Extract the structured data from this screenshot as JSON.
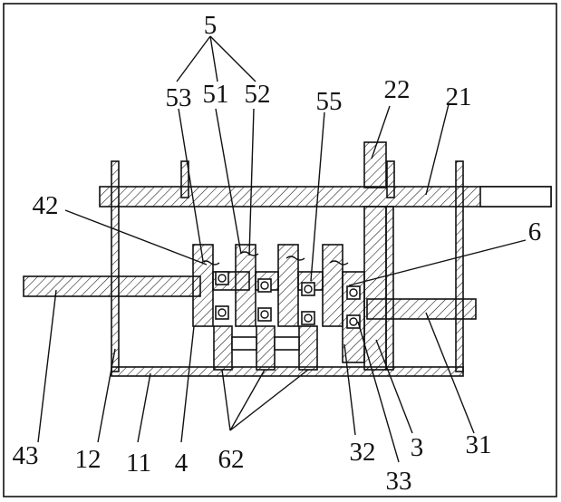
{
  "figure": {
    "labels": {
      "l5": "5",
      "l53": "53",
      "l51": "51",
      "l52": "52",
      "l55": "55",
      "l22": "22",
      "l21": "21",
      "l42": "42",
      "l6": "6",
      "l43": "43",
      "l12": "12",
      "l11": "11",
      "l4": "4",
      "l62": "62",
      "l32": "32",
      "l33": "33",
      "l3": "3",
      "l31": "31"
    }
  }
}
